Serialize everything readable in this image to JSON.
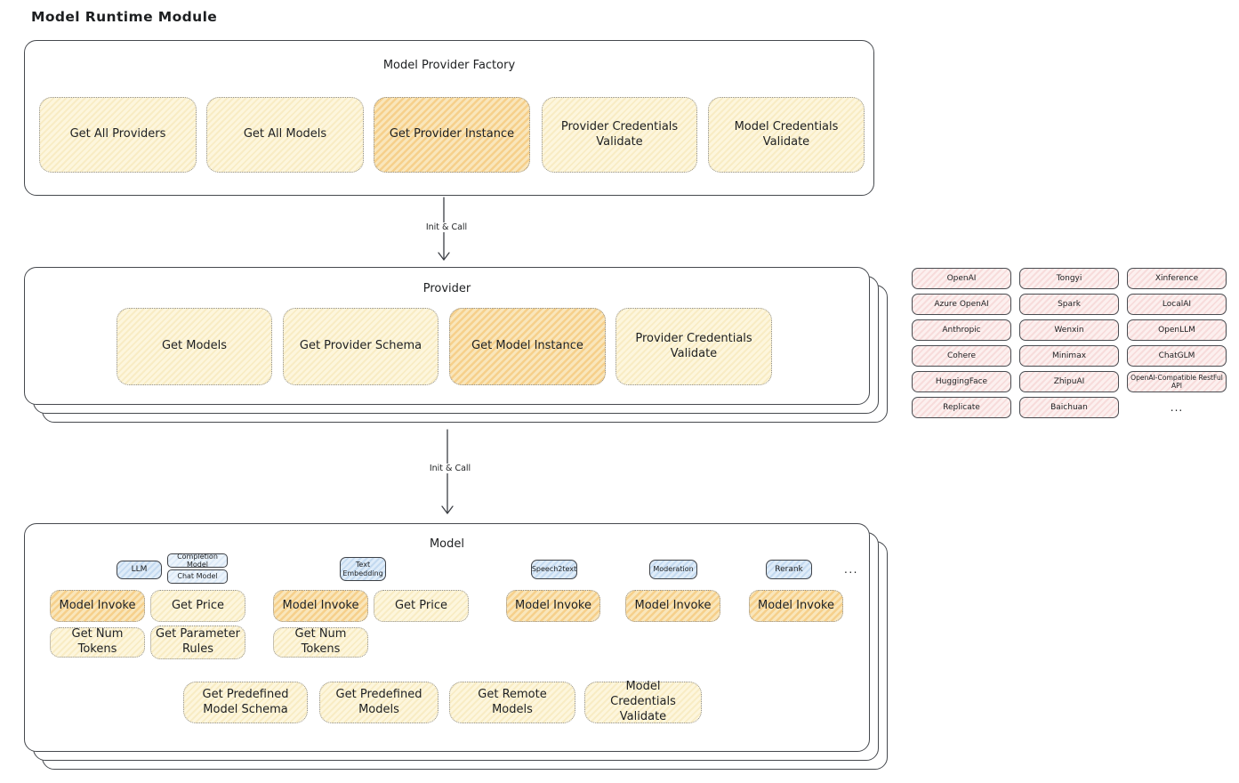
{
  "page_title": "Model Runtime Module",
  "colors": {
    "box_yellow": "#fdf6dd",
    "box_yellow_highlight": "#f9e6bb",
    "provider_pink": "#fcf0ef",
    "tag_blue": "#dfecf9",
    "outline": "#46494e"
  },
  "factory": {
    "title": "Model Provider Factory",
    "boxes": [
      {
        "label": "Get All Providers",
        "highlighted": false
      },
      {
        "label": "Get All Models",
        "highlighted": false
      },
      {
        "label": "Get Provider Instance",
        "highlighted": true
      },
      {
        "label": "Provider Credentials Validate",
        "highlighted": false
      },
      {
        "label": "Model Credentials Validate",
        "highlighted": false
      }
    ]
  },
  "arrows": {
    "first": {
      "label": "Init & Call"
    },
    "second": {
      "label": "Init & Call"
    }
  },
  "provider": {
    "title": "Provider",
    "boxes": [
      {
        "label": "Get Models",
        "highlighted": false
      },
      {
        "label": "Get Provider Schema",
        "highlighted": false
      },
      {
        "label": "Get Model Instance",
        "highlighted": true
      },
      {
        "label": "Provider Credentials Validate",
        "highlighted": false
      }
    ]
  },
  "provider_list": {
    "cells": [
      "OpenAI",
      "Tongyi",
      "Xinference",
      "Azure OpenAI",
      "Spark",
      "LocalAI",
      "Anthropic",
      "Wenxin",
      "OpenLLM",
      "Cohere",
      "Minimax",
      "ChatGLM",
      "HuggingFace",
      "ZhipuAI",
      "OpenAI-Compatible RestFul API",
      "Replicate",
      "Baichuan"
    ],
    "more": "..."
  },
  "model": {
    "title": "Model",
    "tags": [
      "LLM",
      "Completion Model",
      "Chat Model",
      "Text Embedding",
      "Speech2text",
      "Moderation",
      "Rerank"
    ],
    "tags_more": "...",
    "llm_ops": [
      "Model Invoke",
      "Get Price",
      "Get Num Tokens",
      "Get Parameter Rules"
    ],
    "text_embedding_ops": [
      "Model Invoke",
      "Get Price",
      "Get Num Tokens"
    ],
    "speech2text_ops": [
      "Model Invoke"
    ],
    "moderation_ops": [
      "Model Invoke"
    ],
    "rerank_ops": [
      "Model Invoke"
    ],
    "common_ops": [
      "Get Predefined Model Schema",
      "Get Predefined Models",
      "Get Remote Models",
      "Model Credentials Validate"
    ]
  }
}
